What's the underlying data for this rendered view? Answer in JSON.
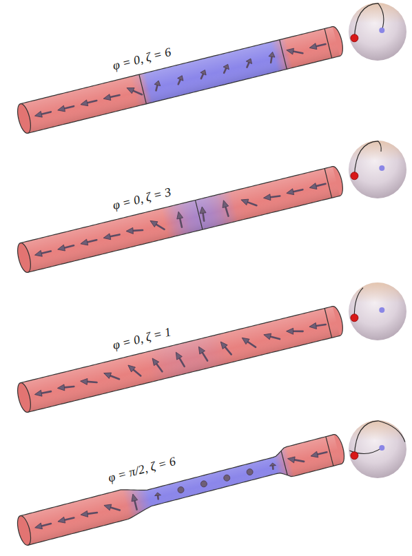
{
  "diagram": {
    "labels": [
      "φ = 0, ζ = 6",
      "φ = 0, ζ = 3",
      "φ = 0, ζ = 1",
      "φ = π/2, ζ = 6"
    ]
  }
}
